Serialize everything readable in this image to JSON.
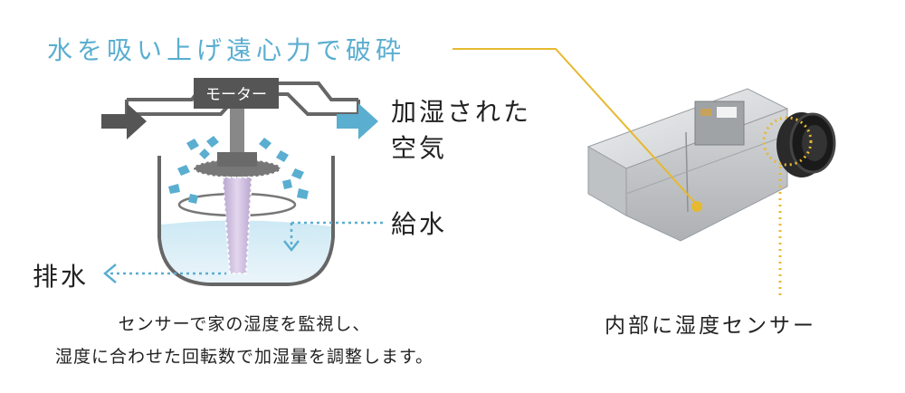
{
  "headline": "水を吸い上げ遠心力で破砕",
  "diagram": {
    "motor_label": "モーター",
    "humidified_air_label_line1": "加湿された",
    "humidified_air_label_line2": "空気",
    "water_supply_label": "給水",
    "drain_label": "排水"
  },
  "description": {
    "line1": "センサーで家の湿度を監視し、",
    "line2": "湿度に合わせた回転数で加湿量を調整します。"
  },
  "product": {
    "sensor_label": "内部に湿度センサー"
  },
  "colors": {
    "accent_blue": "#5aaed0",
    "leader_yellow": "#e6b930",
    "gray_arrow": "#555555"
  }
}
